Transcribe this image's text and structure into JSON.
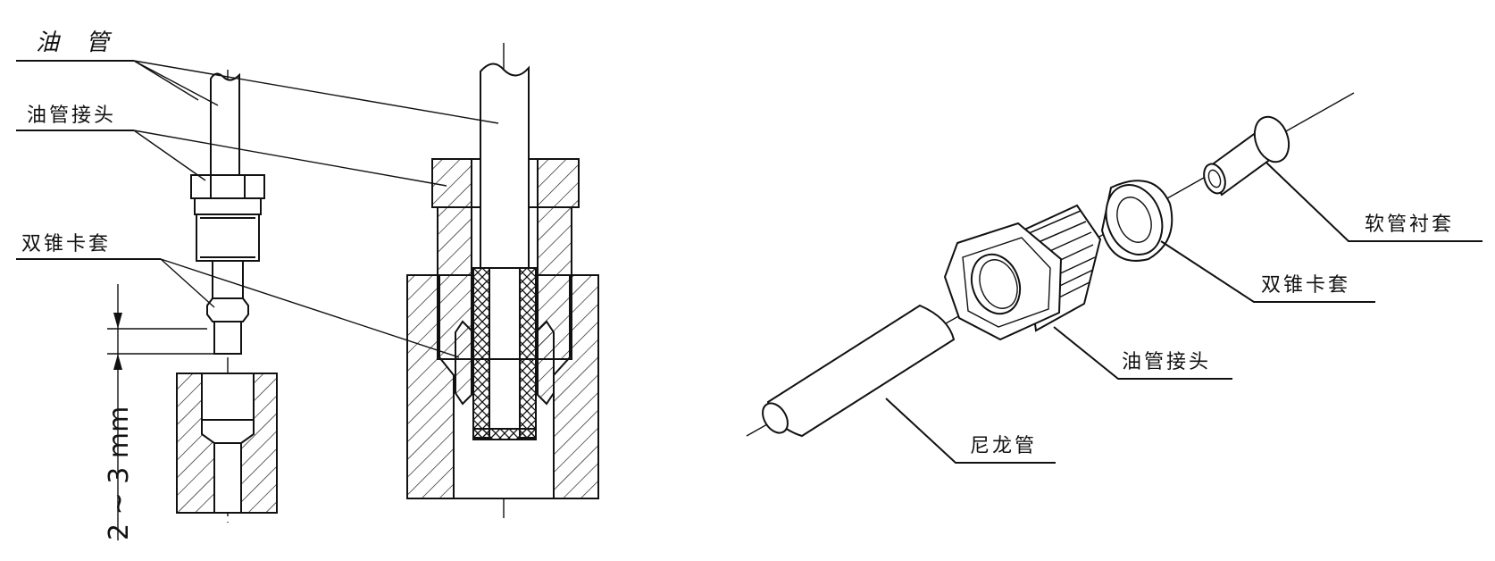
{
  "left_figure": {
    "labels": {
      "oil_pipe": "油　管",
      "oil_pipe_fitting": "油管接头",
      "double_cone_ferrule": "双锥卡套"
    },
    "dimension": "2 ~ 3 mm"
  },
  "right_figure": {
    "labels": {
      "hose_liner": "软管衬套",
      "double_cone_ferrule": "双锥卡套",
      "oil_pipe_fitting": "油管接头",
      "nylon_tube": "尼龙管"
    }
  },
  "colors": {
    "line": "#111111",
    "background": "#ffffff"
  }
}
